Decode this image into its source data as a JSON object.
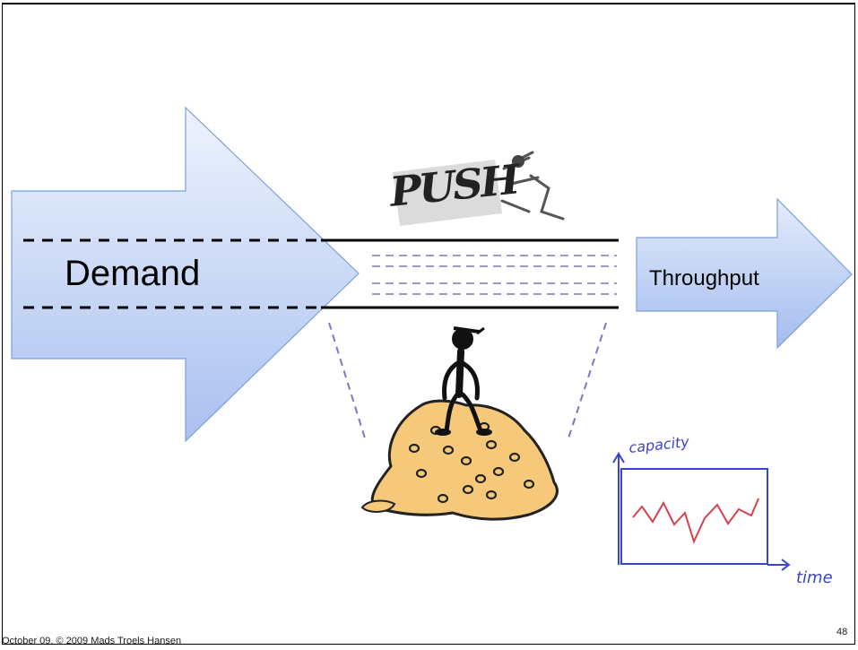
{
  "diagram": {
    "demand_label": "Demand",
    "throughput_label": "Throughput",
    "push_logo": "PUSH",
    "graph_y_label": "capacity",
    "graph_x_label": "time"
  },
  "colors": {
    "arrow_fill_light": "#e4ecfb",
    "arrow_fill_dark": "#a9c0ef",
    "arrow_stroke": "#7f9fd8",
    "dash_purple": "#8a6fc2",
    "pile_fill": "#f5c979",
    "graph_blue": "#3a43c9",
    "graph_red": "#d9404d"
  },
  "footer": {
    "text": "October 09, © 2009 Mads Troels Hansen",
    "page_number": "48"
  }
}
